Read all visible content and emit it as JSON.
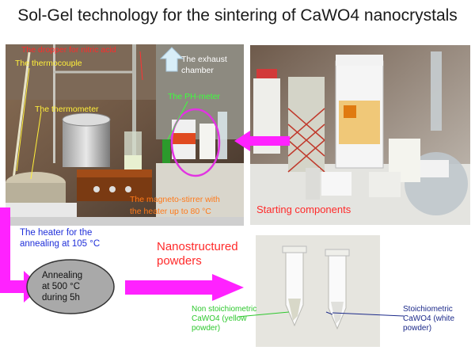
{
  "title": "Sol-Gel technology for the sintering of CaWO4 nanocrystals",
  "lab_labels": {
    "dropper": "The dropper for nitric acid",
    "thermocouple": "The thermocouple",
    "thermometer": "The thermometer",
    "exhaust_1": "The exhaust",
    "exhaust_2": "chamber",
    "ph_meter": "The PH-meter",
    "stirrer_1": "The magneto-stirrer with",
    "stirrer_2": "the heater up to 80 °C"
  },
  "starting_components": "Starting components",
  "heater_1": "The heater for the",
  "heater_2": "annealing at 105 °C",
  "annealing": [
    "Annealing",
    "at 500 °C",
    "during 5h"
  ],
  "nano_1": "Nanostructured",
  "nano_2": "powders",
  "left_tube": [
    "Non stoichiometric",
    "CaWO4 (yellow",
    "powder)"
  ],
  "right_tube": [
    "Stoichiometric",
    "CaWO4 (white",
    "powder)"
  ],
  "colors": {
    "magenta": "#ff22ff",
    "label_red": "#ff2a2a",
    "label_blue": "#1f2fd9"
  }
}
